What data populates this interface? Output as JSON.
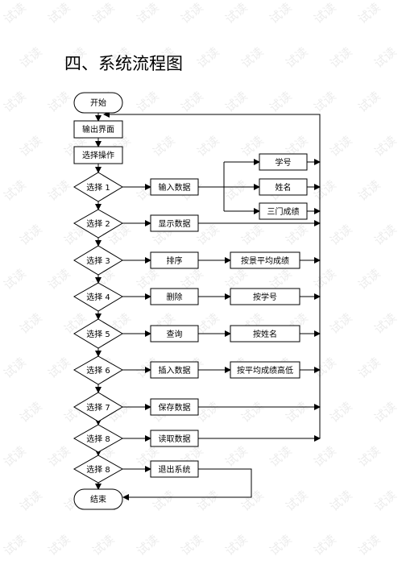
{
  "heading": "四、系统流程图",
  "watermark": "试读",
  "nodes": {
    "start": "开始",
    "output_screen": "输出界面",
    "select_op": "选择操作",
    "choice1": "选择 1",
    "choice2": "选择 2",
    "choice3": "选择 3",
    "choice4": "选择 4",
    "choice5": "选择 5",
    "choice6": "选择 6",
    "choice7": "选择 7",
    "choice8a": "选择 8",
    "choice8b": "选择 8",
    "input_data": "输入数据",
    "show_data": "显示数据",
    "sort": "排序",
    "delete": "删除",
    "query": "查询",
    "insert_data": "插入数据",
    "save_data": "保存数据",
    "read_data": "读取数据",
    "exit_system": "退出系统",
    "student_no": "学号",
    "name": "姓名",
    "three_scores": "三门成绩",
    "by_avg": "按景平均成绩",
    "by_student_no": "按学号",
    "by_name": "按姓名",
    "by_avg_high_low": "按平均成绩高低",
    "end": "结束"
  }
}
